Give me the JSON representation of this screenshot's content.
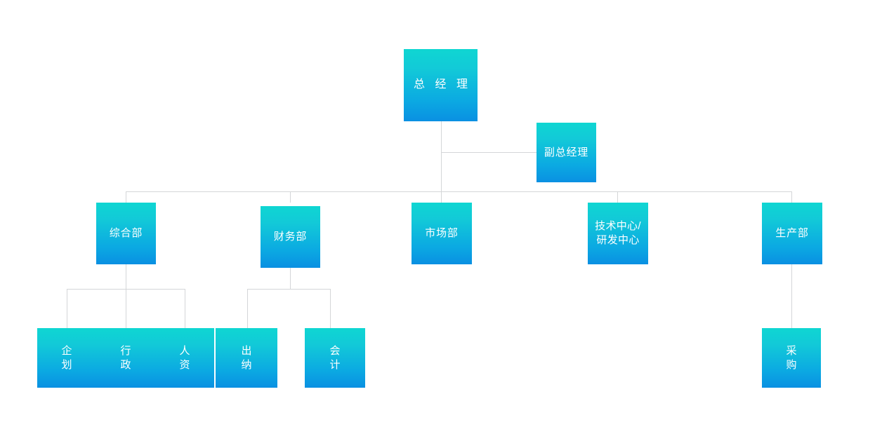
{
  "chart": {
    "type": "org-chart",
    "title": "",
    "background_color": "#ffffff",
    "node_gradient_top": "#0fd6d2",
    "node_gradient_bottom": "#0a90e2",
    "connector_color": "#d4d6d8",
    "text_color": "#ffffff"
  },
  "nodes": {
    "root": {
      "label": "总 经 理"
    },
    "deputy": {
      "label": "副总经理"
    },
    "dept_general": {
      "label": "综合部"
    },
    "dept_finance": {
      "label": "财务部"
    },
    "dept_market": {
      "label": "市场部"
    },
    "dept_tech": {
      "label": "技术中心/\n研发中心"
    },
    "dept_production": {
      "label": "生产部"
    },
    "sub_planning": {
      "label": "企划"
    },
    "sub_admin": {
      "label": "行政"
    },
    "sub_hr": {
      "label": "人资"
    },
    "sub_cashier": {
      "label": "出纳"
    },
    "sub_accounting": {
      "label": "会计"
    },
    "sub_purchasing": {
      "label": "采购"
    }
  },
  "hierarchy": {
    "level1": [
      "总 经 理"
    ],
    "level1_side": [
      "副总经理"
    ],
    "level2": [
      "综合部",
      "财务部",
      "市场部",
      "技术中心/研发中心",
      "生产部"
    ],
    "level3": [
      "企划",
      "行政",
      "人资",
      "出纳",
      "会计",
      "采购"
    ],
    "edges": [
      {
        "from": "总 经 理",
        "to": "副总经理"
      },
      {
        "from": "总 经 理",
        "to": "综合部"
      },
      {
        "from": "总 经 理",
        "to": "财务部"
      },
      {
        "from": "总 经 理",
        "to": "市场部"
      },
      {
        "from": "总 经 理",
        "to": "技术中心/研发中心"
      },
      {
        "from": "总 经 理",
        "to": "生产部"
      },
      {
        "from": "综合部",
        "to": "企划"
      },
      {
        "from": "综合部",
        "to": "行政"
      },
      {
        "from": "综合部",
        "to": "人资"
      },
      {
        "from": "财务部",
        "to": "出纳"
      },
      {
        "from": "财务部",
        "to": "会计"
      },
      {
        "from": "生产部",
        "to": "采购"
      }
    ]
  }
}
